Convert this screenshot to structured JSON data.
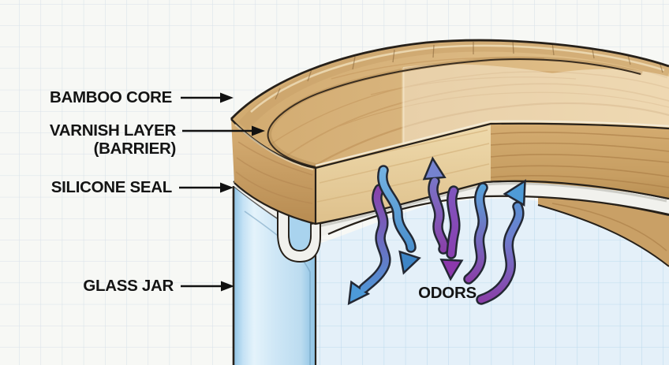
{
  "figure": {
    "callouts": {
      "bamboo_core": {
        "label": "BAMBOO CORE"
      },
      "varnish_layer": {
        "label": "VARNISH LAYER",
        "label2": "(BARRIER)"
      },
      "silicone_seal": {
        "label": "SILICONE SEAL"
      },
      "glass_jar": {
        "label": "GLASS JAR"
      }
    },
    "annotations": {
      "odors": "ODORS"
    },
    "colors": {
      "background": "#f7f8f5",
      "grid_line": "#d8e1e9",
      "wood_top": "#d9b57e",
      "wood_skirt": "#cda56a",
      "wood_cut_face": "#ead2a2",
      "wood_grain_dark": "#a87c45",
      "varnish_highlight": "#fff8e6",
      "silicone": "#f1f1ed",
      "silicone_shade": "#c9c9c2",
      "glass_wall": "#bcdcf0",
      "glass_interior": "#e4f0f9",
      "glass_grid_line": "#b9d8ec",
      "outline": "#262019",
      "odor_blue": "#4f9bd6",
      "odor_purple": "#8a3fa8",
      "label_text": "#141414"
    }
  }
}
